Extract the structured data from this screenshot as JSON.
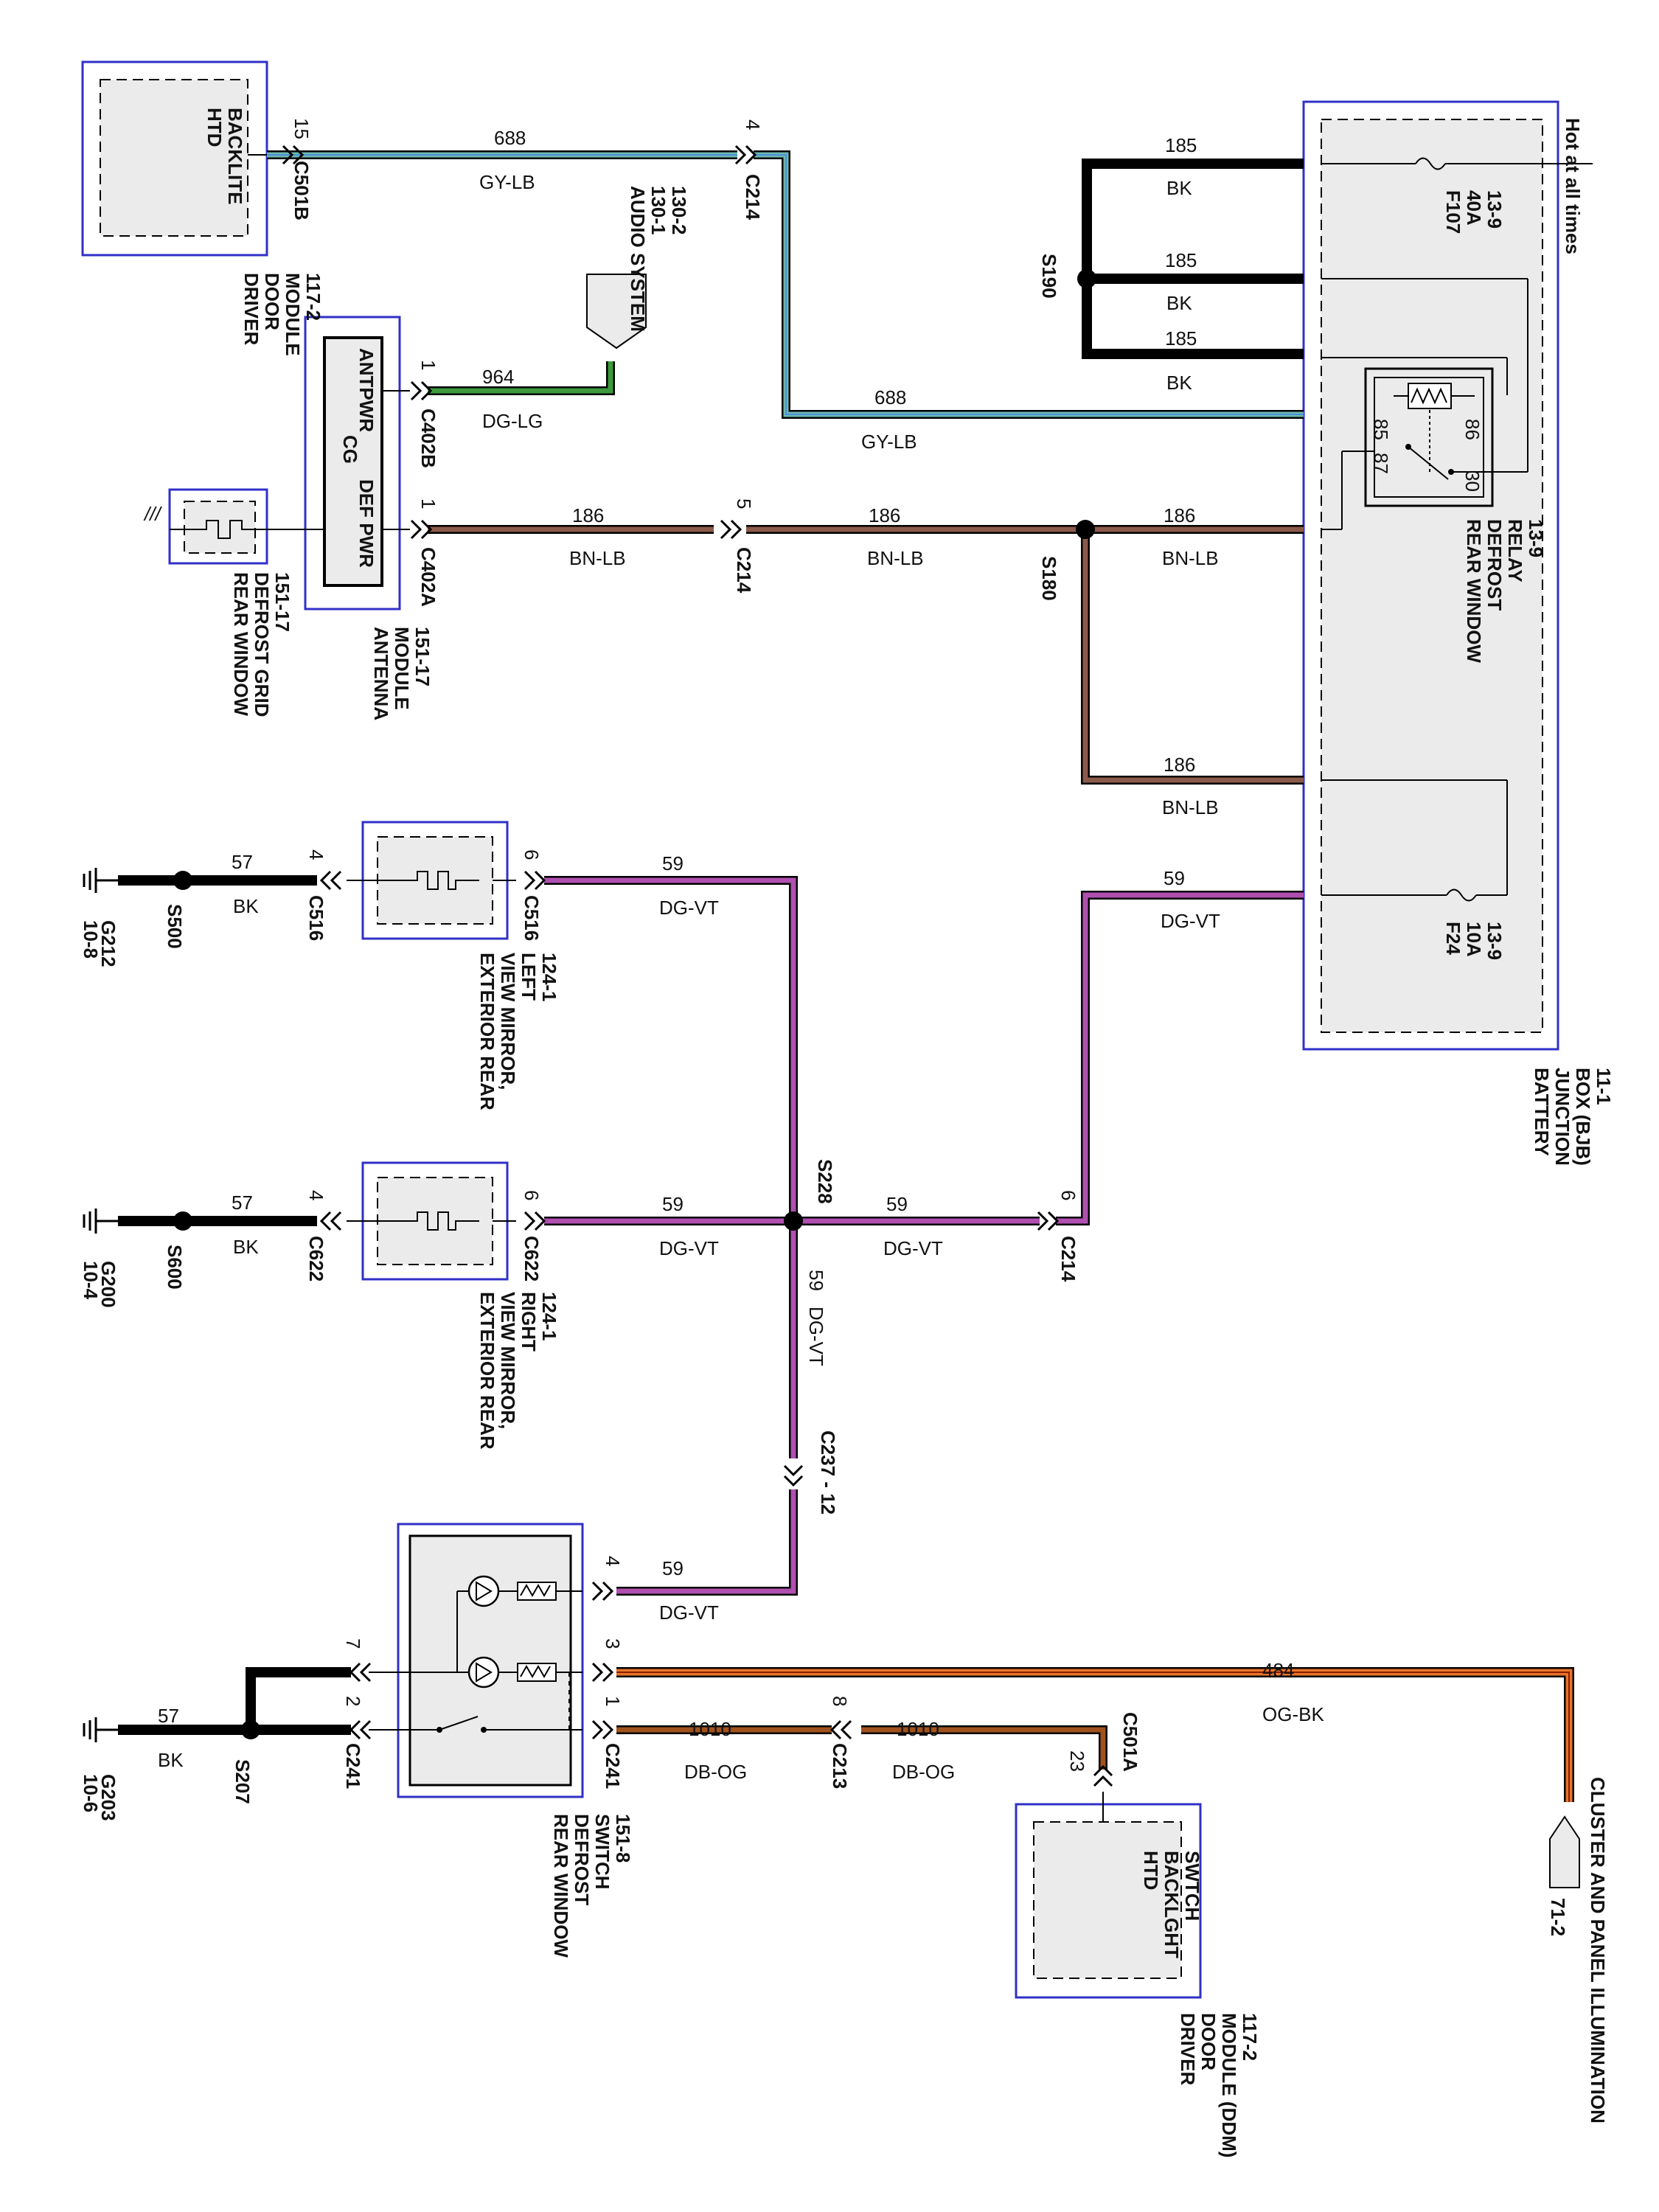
{
  "diagram": {
    "hot_label": "Hot at all times",
    "bjb": {
      "name": "BATTERY\nJUNCTION\nBOX (BJB)\n11-1"
    },
    "fuse_f107": {
      "name": "F107\n40A\n13-9"
    },
    "fuse_f24": {
      "name": "F24\n10A\n13-9"
    },
    "relay": {
      "name": "REAR WINDOW\nDEFROST\nRELAY\n13-9",
      "pins": [
        "85",
        "87",
        "86",
        "30"
      ]
    },
    "htd_backlite": {
      "name": "HTD\nBACKLITE",
      "module": "DRIVER\nDOOR\nMODULE\n117-2",
      "pin": "15",
      "connector": "C501B"
    },
    "audio_system": {
      "name": "AUDIO SYSTEM\n130-1\n130-2"
    },
    "antenna_module": {
      "labels": [
        "ANTPWR",
        "CG",
        "DEF PWR"
      ],
      "name": "ANTENNA\nMODULE\n151-17",
      "c402b_pin": "1",
      "c402b": "C402B",
      "c402a_pin": "1",
      "c402a": "C402A"
    },
    "defrost_grid": {
      "name": "REAR WINDOW\nDEFROST GRID\n151-17"
    },
    "mirror_left": {
      "name": "EXTERIOR REAR\nVIEW MIRROR,\nLEFT\n124-1",
      "pin_out": "6",
      "pin_gnd": "4",
      "conn_out": "C516",
      "conn_gnd": "C516"
    },
    "mirror_right": {
      "name": "EXTERIOR REAR\nVIEW MIRROR,\nRIGHT\n124-1",
      "pin_out": "6",
      "pin_gnd": "4",
      "conn_out": "C622",
      "conn_gnd": "C622"
    },
    "defrost_switch": {
      "name": "REAR WINDOW\nDEFROST\nSWITCH\n151-8",
      "pins": [
        "4",
        "3",
        "1",
        "7",
        "2"
      ],
      "conn_right": "C241",
      "conn_left": "C241"
    },
    "htd_backlight_switch": {
      "name": "HTD\nBACKLGHT\nSWTCH",
      "module": "DRIVER\nDOOR\nMODULE (DDM)\n117-2",
      "pin": "23",
      "connector": "C501A"
    },
    "cluster": {
      "name": "CLUSTER AND PANEL ILLUMINATION",
      "ref": "71-2"
    },
    "grounds": [
      {
        "id": "G212",
        "ref": "10-8",
        "splice": "S500"
      },
      {
        "id": "G200",
        "ref": "10-4",
        "splice": "S600"
      },
      {
        "id": "G203",
        "ref": "10-6",
        "splice": "S207"
      }
    ],
    "splices": {
      "s190": "S190",
      "s180": "S180",
      "s228": "S228",
      "s207": "S207"
    },
    "connectors": {
      "c214_top": {
        "name": "C214",
        "pin": "4"
      },
      "c214_mid": {
        "name": "C214",
        "pin": "5"
      },
      "c214_low": {
        "name": "C214",
        "pin": "6"
      },
      "c237": {
        "name": "C237 - 12"
      },
      "c213": {
        "name": "C213",
        "pin": "8"
      }
    },
    "wires": [
      {
        "circuit": "688",
        "color": "GY-LB"
      },
      {
        "circuit": "185",
        "color": "BK"
      },
      {
        "circuit": "964",
        "color": "DG-LG"
      },
      {
        "circuit": "186",
        "color": "BN-LB"
      },
      {
        "circuit": "59",
        "color": "DG-VT"
      },
      {
        "circuit": "57",
        "color": "BK"
      },
      {
        "circuit": "484",
        "color": "OG-BK"
      },
      {
        "circuit": "1010",
        "color": "DB-OG"
      }
    ],
    "colors": {
      "gy_lb_a": "#6fb8b0",
      "gy_lb_b": "#4a90d8",
      "dg_lg": "#3c9a3c",
      "bn_lb": "#8b5a4a",
      "dg_vt": "#b04fb0",
      "og_bk": "#e8742a",
      "db_og": "#a0521e",
      "box": "#3030c8"
    }
  }
}
